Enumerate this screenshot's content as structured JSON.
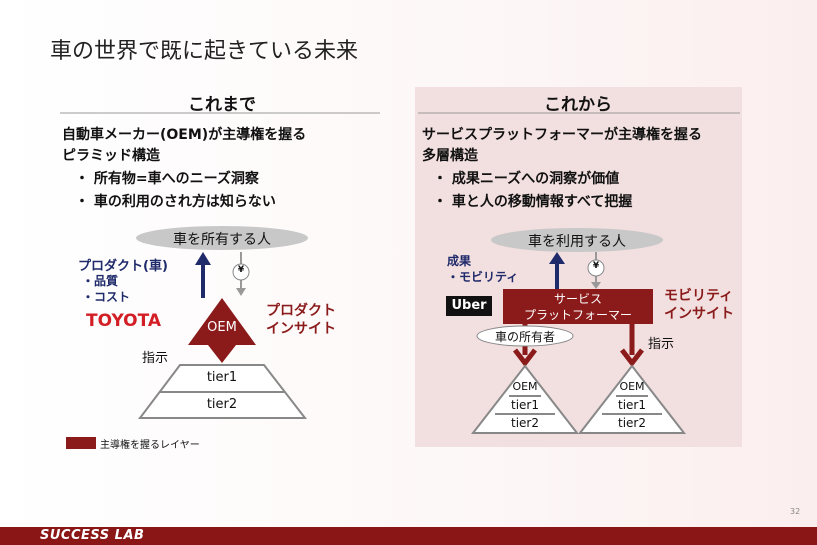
{
  "title": "車の世界で既に起きている未来",
  "left": {
    "header": "これまで",
    "heading1": "自動車メーカー(OEM)が主導権を握る",
    "heading2": "ピラミッド構造",
    "bullets": [
      "・ 所有物=車へのニーズ洞察",
      "・ 車の利用のされ方は知らない"
    ],
    "customer": "車を所有する人",
    "value_title": "プロダクト(車)",
    "value_items": [
      "・品質",
      "・コスト"
    ],
    "brand": "TOYOTA",
    "yen": "¥",
    "oem": "OEM",
    "insight": [
      "プロダクト",
      "インサイト"
    ],
    "instruction": "指示",
    "tiers": [
      "tier1",
      "tier2"
    ],
    "legend": "主導権を握るレイヤー"
  },
  "right": {
    "header": "これから",
    "heading1": "サービスプラットフォーマーが主導権を握る",
    "heading2": "多層構造",
    "bullets": [
      "・ 成果ニーズへの洞察が価値",
      "・ 車と人の移動情報すべて把握"
    ],
    "customer": "車を利用する人",
    "value_title": "成果",
    "value_items": [
      "・モビリティ"
    ],
    "brand": "Uber",
    "yen": "¥",
    "platform": [
      "サービス",
      "プラットフォーマー"
    ],
    "insight": [
      "モビリティ",
      "インサイト"
    ],
    "owner": "車の所有者",
    "instruction": "指示",
    "pyramid_left": [
      "OEM",
      "tier1",
      "tier2"
    ],
    "pyramid_right": [
      "OEM",
      "tier1",
      "tier2"
    ]
  },
  "page_number": "32",
  "footer_brand": "SUCCESS LAB",
  "colors": {
    "accent": "#8b1a1a",
    "navy": "#1f2a6b",
    "panel": "#f2dfdf"
  }
}
